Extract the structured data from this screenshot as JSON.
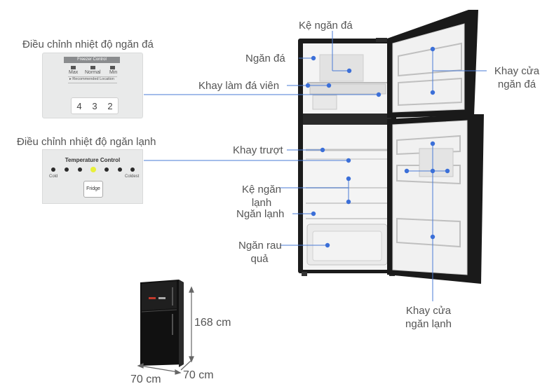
{
  "labels": {
    "freezer_adjust": "Điều chỉnh nhiệt độ ngăn đá",
    "fridge_adjust": "Điều chỉnh nhiệt độ ngăn lạnh",
    "freezer_shelf": "Kệ ngăn đá",
    "freezer": "Ngăn đá",
    "ice_tray": "Khay làm đá viên",
    "slide_tray": "Khay trượt",
    "fridge_shelf_1": "Kệ ngăn",
    "fridge_shelf_2": "lạnh",
    "fridge": "Ngăn lạnh",
    "veg_1": "Ngăn rau",
    "veg_2": "quả",
    "freezer_door_1": "Khay cửa",
    "freezer_door_2": "ngăn đá",
    "fridge_door_1": "Khay cửa",
    "fridge_door_2": "ngăn lạnh"
  },
  "freezer_panel": {
    "title": "Freezer Control",
    "max": "Max",
    "normal": "Normal",
    "min": "Min",
    "recommended": "▸ Recommended Location",
    "digits": [
      "4",
      "3",
      "2"
    ]
  },
  "fridge_panel": {
    "title": "Temperature Control",
    "cold": "Cold",
    "coldest": "Coldest",
    "button": "Fridge"
  },
  "dimensions": {
    "height": "168 cm",
    "width": "70 cm",
    "depth": "70 cm"
  },
  "colors": {
    "marker": "#3b6fd8",
    "line": "#4a7bd6",
    "fridge_body": "#151515"
  }
}
